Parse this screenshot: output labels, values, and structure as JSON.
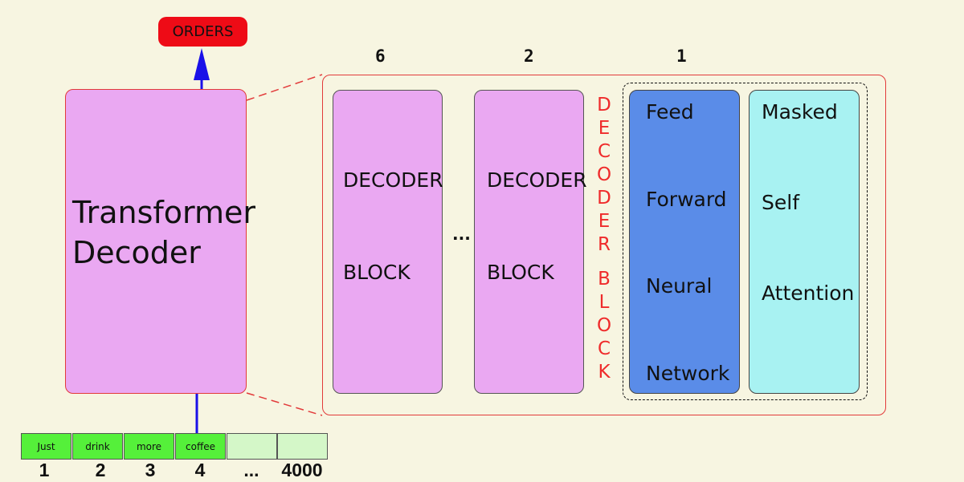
{
  "output": {
    "label": "ORDERS"
  },
  "decoder": {
    "title_line1": "Transformer",
    "title_line2": "Decoder"
  },
  "stack": {
    "counts": {
      "left": "6",
      "middle": "2",
      "right": "1"
    },
    "block_line1": "DECODER",
    "block_line2": "BLOCK",
    "ellipsis": "..."
  },
  "vertical_label": [
    "D",
    "E",
    "C",
    "O",
    "D",
    "E",
    "R",
    "",
    "B",
    "L",
    "O",
    "C",
    "K"
  ],
  "ffn": {
    "words": [
      "Feed",
      "Forward",
      "Neural",
      "Network"
    ]
  },
  "attention": {
    "words": [
      "Masked",
      "Self",
      "Attention"
    ]
  },
  "tokens": {
    "words": [
      "Just",
      "drink",
      "more",
      "coffee",
      "",
      ""
    ],
    "indices": [
      "1",
      "2",
      "3",
      "4",
      "...",
      "4000"
    ]
  },
  "colors": {
    "background": "#f7f5e1",
    "decoder_pink": "#eaa8f2",
    "frame_red": "#e23a3a",
    "output_red": "#ee0b16",
    "ffn_blue": "#5a8ce8",
    "attention_cyan": "#a8f2f2",
    "token_green": "#55f03a",
    "arrow_blue": "#1a10e8"
  }
}
